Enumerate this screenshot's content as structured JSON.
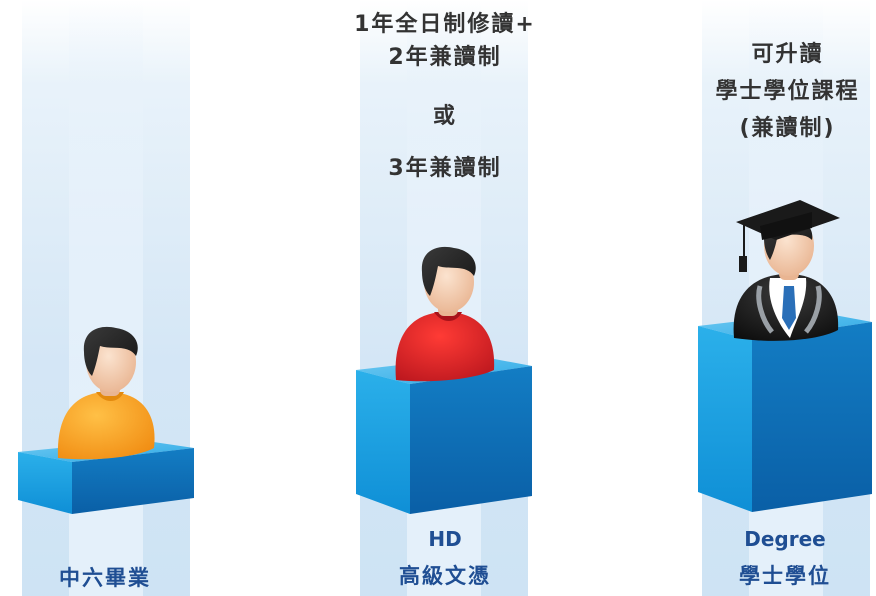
{
  "colors": {
    "box_front": "#1aa3e4",
    "box_side": "#0b6fb8",
    "box_top": "#45bbee",
    "label_blue": "#1f4e93",
    "heading_gray": "#333333",
    "shirt_orange": "#ff9d1a",
    "shirt_red": "#e0262b",
    "gown_black": "#1c1c1c"
  },
  "stages": [
    {
      "figure": "student-orange-shirt-icon",
      "label_lines": [
        "中六畢業"
      ]
    },
    {
      "figure": "student-red-shirt-icon",
      "heading_lines": [
        "1年全日制修讀+",
        "2年兼讀制",
        "或",
        "3年兼讀制"
      ],
      "label_en": "HD",
      "label_zh": "高級文憑"
    },
    {
      "figure": "graduate-cap-gown-icon",
      "heading_lines": [
        "可升讀",
        "學士學位課程",
        "(兼讀制)"
      ],
      "label_en": "Degree",
      "label_zh": "學士學位"
    }
  ]
}
